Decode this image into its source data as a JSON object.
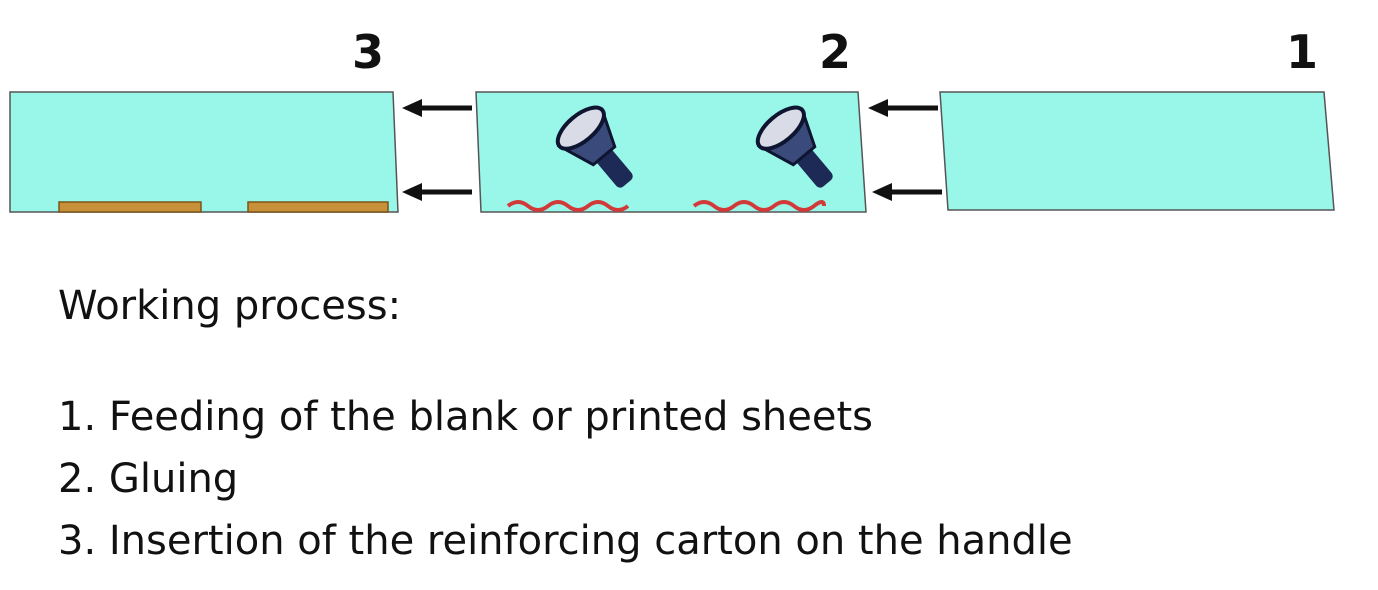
{
  "diagram": {
    "stages": [
      {
        "number": "3",
        "name": "insertion-station"
      },
      {
        "number": "2",
        "name": "gluing-station"
      },
      {
        "number": "1",
        "name": "feeding-station"
      }
    ],
    "colors": {
      "sheet_fill": "#99f7ea",
      "sheet_border": "#555555",
      "glue": "#d23a3a",
      "reinforcing_carton": "#c9903a",
      "nozzle": "#1d2a55",
      "arrow": "#111111"
    }
  },
  "process": {
    "heading": "Working process:",
    "steps": [
      "1. Feeding of the blank or printed sheets",
      "2. Gluing",
      "3. Insertion of the reinforcing carton on the handle"
    ]
  }
}
